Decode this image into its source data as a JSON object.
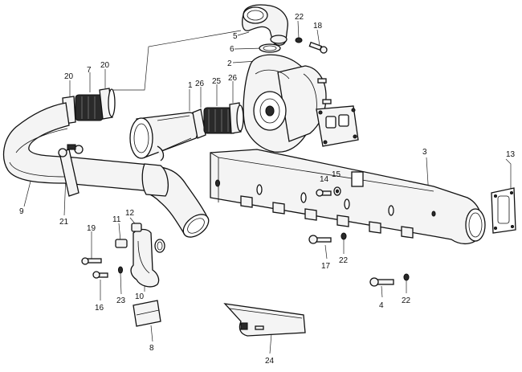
{
  "callouts": [
    {
      "id": "c1",
      "text": "1"
    },
    {
      "id": "c2",
      "text": "2"
    },
    {
      "id": "c3",
      "text": "3"
    },
    {
      "id": "c4",
      "text": "4"
    },
    {
      "id": "c5",
      "text": "5"
    },
    {
      "id": "c6",
      "text": "6"
    },
    {
      "id": "c7",
      "text": "7"
    },
    {
      "id": "c8",
      "text": "8"
    },
    {
      "id": "c9",
      "text": "9"
    },
    {
      "id": "c10",
      "text": "10"
    },
    {
      "id": "c11",
      "text": "11"
    },
    {
      "id": "c12",
      "text": "12"
    },
    {
      "id": "c13",
      "text": "13"
    },
    {
      "id": "c14",
      "text": "14"
    },
    {
      "id": "c15",
      "text": "15"
    },
    {
      "id": "c16",
      "text": "16"
    },
    {
      "id": "c17",
      "text": "17"
    },
    {
      "id": "c18",
      "text": "18"
    },
    {
      "id": "c19",
      "text": "19"
    },
    {
      "id": "c20a",
      "text": "20"
    },
    {
      "id": "c20b",
      "text": "20"
    },
    {
      "id": "c21",
      "text": "21"
    },
    {
      "id": "c22a",
      "text": "22"
    },
    {
      "id": "c22b",
      "text": "22"
    },
    {
      "id": "c22c",
      "text": "22"
    },
    {
      "id": "c23",
      "text": "23"
    },
    {
      "id": "c24",
      "text": "24"
    },
    {
      "id": "c25",
      "text": "25"
    },
    {
      "id": "c26a",
      "text": "26"
    },
    {
      "id": "c26b",
      "text": "26"
    }
  ]
}
